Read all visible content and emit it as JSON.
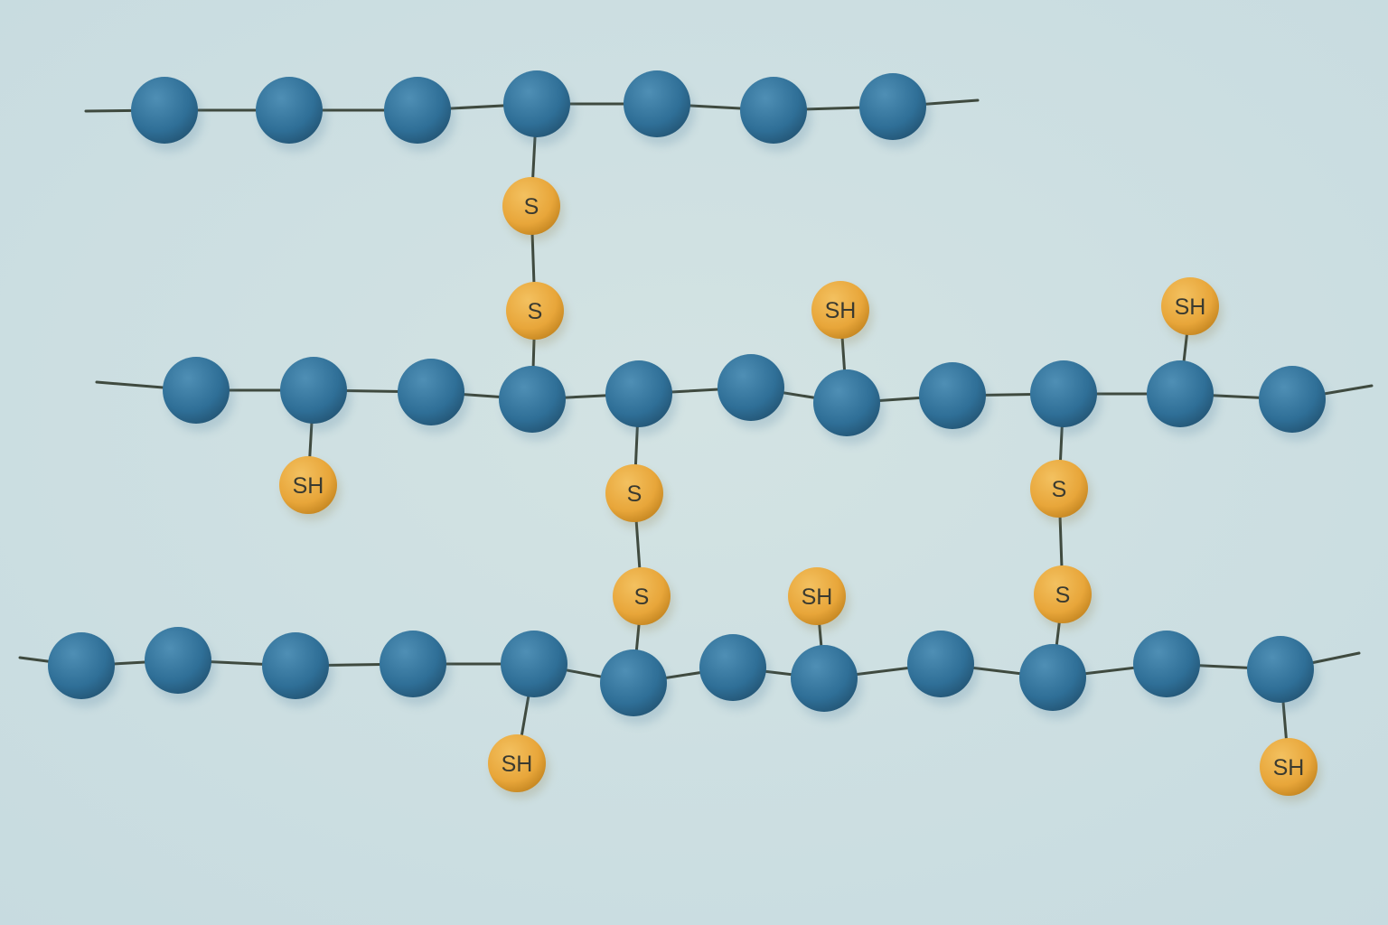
{
  "colors": {
    "background": "#c7dbe0",
    "bead": "#2f6f97",
    "bead_highlight": "#4f8fb5",
    "bead_rim": "#25597a",
    "sulfur": "#e8a63a",
    "sulfur_highlight": "#f3c160",
    "sulfur_rim": "#c98a24",
    "bond": "#3f4a3f",
    "label": "#3a3a30"
  },
  "labels": {
    "disulfide_atom": "S",
    "thiol_group": "SH"
  },
  "chains": [
    {
      "name": "chain-top",
      "bead_count": 7
    },
    {
      "name": "chain-middle",
      "bead_count": 11
    },
    {
      "name": "chain-bottom",
      "bead_count": 12
    }
  ],
  "disulfide_bridges": [
    {
      "from_chain": "chain-top",
      "from_bead": 4,
      "to_chain": "chain-middle",
      "to_bead": 4,
      "atoms": [
        "S",
        "S"
      ]
    },
    {
      "from_chain": "chain-middle",
      "from_bead": 5,
      "to_chain": "chain-bottom",
      "to_bead": 6,
      "atoms": [
        "S",
        "S"
      ]
    },
    {
      "from_chain": "chain-middle",
      "from_bead": 9,
      "to_chain": "chain-bottom",
      "to_bead": 10,
      "atoms": [
        "S",
        "S"
      ]
    }
  ],
  "thiol_groups": [
    {
      "chain": "chain-middle",
      "bead": 2,
      "side": "below",
      "label": "SH"
    },
    {
      "chain": "chain-middle",
      "bead": 7,
      "side": "above",
      "label": "SH"
    },
    {
      "chain": "chain-middle",
      "bead": 10,
      "side": "above",
      "label": "SH"
    },
    {
      "chain": "chain-bottom",
      "bead": 5,
      "side": "below",
      "label": "SH"
    },
    {
      "chain": "chain-bottom",
      "bead": 8,
      "side": "above",
      "label": "SH"
    },
    {
      "chain": "chain-bottom",
      "bead": 12,
      "side": "below",
      "label": "SH"
    }
  ]
}
